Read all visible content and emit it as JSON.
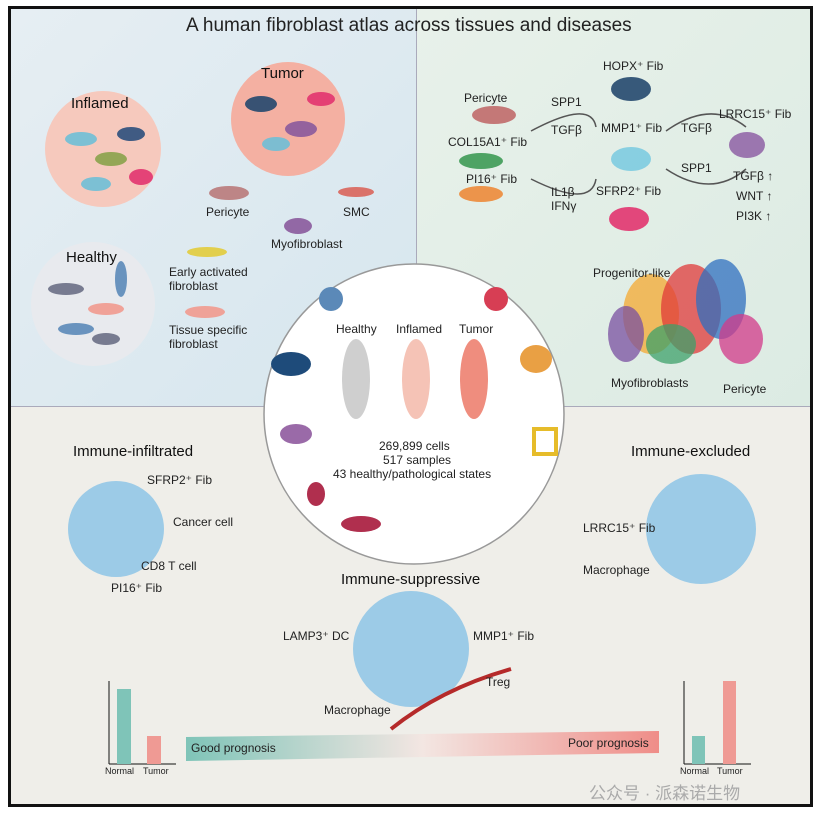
{
  "title": "A human fibroblast atlas across tissues and diseases",
  "top_left": {
    "inflamed": "Inflamed",
    "tumor": "Tumor",
    "healthy": "Healthy",
    "pericyte": "Pericyte",
    "smc": "SMC",
    "myofibroblast": "Myofibroblast",
    "early_activated": "Early activated\nfibroblast",
    "tissue_specific": "Tissue specific\nfibroblast"
  },
  "top_right": {
    "pericyte": "Pericyte",
    "col15a1": "COL15A1⁺ Fib",
    "pi16": "PI16⁺ Fib",
    "spp1_a": "SPP1",
    "tgfb_a": "TGFβ",
    "il1b": "IL1β",
    "ifng": "IFNγ",
    "hopx": "HOPX⁺ Fib",
    "mmp1": "MMP1⁺ Fib",
    "sfrp2": "SFRP2⁺ Fib",
    "tgfb_b": "TGFβ",
    "spp1_b": "SPP1",
    "lrrc15": "LRRC15⁺ Fib",
    "pathways": [
      "TGFβ ↑",
      "WNT ↑",
      "PI3K ↑"
    ],
    "progenitor": "Progenitor-like",
    "myofibroblasts": "Myofibroblasts",
    "pericyte_umap": "Pericyte"
  },
  "center": {
    "healthy": "Healthy",
    "inflamed": "Inflamed",
    "tumor": "Tumor",
    "cells": "269,899 cells",
    "samples": "517 samples",
    "states": "43 healthy/pathological states"
  },
  "bottom": {
    "immune_infiltrated": "Immune-infiltrated",
    "sfrp2": "SFRP2⁺ Fib",
    "cancer_cell": "Cancer cell",
    "cd8": "CD8 T cell",
    "pi16": "PI16⁺ Fib",
    "immune_suppressive": "Immune-suppressive",
    "lamp3": "LAMP3⁺ DC",
    "mmp1": "MMP1⁺ Fib",
    "treg": "Treg",
    "macrophage_mid": "Macrophage",
    "immune_excluded": "Immune-excluded",
    "lrrc15": "LRRC15⁺ Fib",
    "macrophage_right": "Macrophage",
    "good": "Good prognosis",
    "poor": "Poor prognosis",
    "normal_l": "Normal",
    "tumor_l": "Tumor",
    "normal_r": "Normal",
    "tumor_r": "Tumor"
  },
  "watermark": "公众号 · 派森诺生物",
  "colors": {
    "teal": "#7fc4b8",
    "salmon": "#ef9a94",
    "top_left_bg": "#dfeaf1",
    "top_right_bg": "#e4f0e8",
    "bottom_bg": "#efeee9"
  }
}
